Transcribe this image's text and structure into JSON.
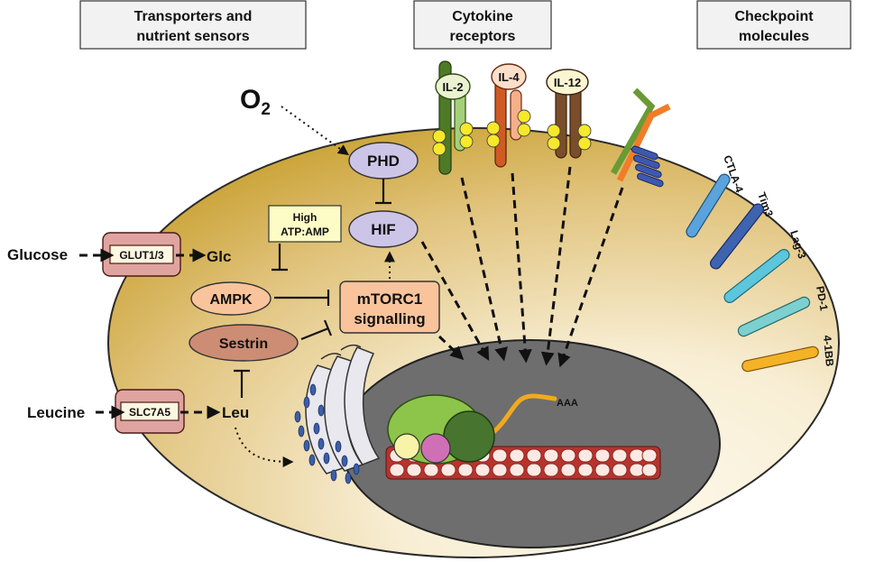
{
  "headers": {
    "transporters": [
      "Transporters and",
      "nutrient sensors"
    ],
    "cytokine": [
      "Cytokine",
      "receptors"
    ],
    "checkpoint": [
      "Checkpoint",
      "molecules"
    ]
  },
  "oxygen": {
    "base": "O",
    "sub": "2"
  },
  "nodes": {
    "phd": "PHD",
    "hif": "HIF",
    "atp_amp": [
      "High",
      "ATP:AMP"
    ],
    "ampk": "AMPK",
    "mtorc1": [
      "mTORC1",
      "signalling"
    ],
    "sestrin": "Sestrin",
    "glc": "Glc",
    "leu": "Leu"
  },
  "transporters": {
    "glut": "GLUT1/3",
    "slc": "SLC7A5"
  },
  "inputs": {
    "glucose": "Glucose",
    "leucine": "Leucine"
  },
  "receptors": [
    "IL-2",
    "IL-4",
    "IL-12"
  ],
  "checkpoints": [
    "CTLA-4",
    "Tim3",
    "Lag-3",
    "PD-1",
    "4-1BB"
  ],
  "mrna_tail": "AAA",
  "colors": {
    "cell_dark": "#c9a132",
    "cell_light": "#f8eed4",
    "nucleus": "#6e6e6e",
    "phd_hif": "#cdc5e8",
    "ampk_mtor": "#f9c49c",
    "sestrin": "#cd8c74",
    "atp_box": "#fdfbc6",
    "il2": "#4e7a26",
    "il4": "#cf5b24",
    "il12": "#7a4e2a",
    "ctla4": "#5aa3dc",
    "tim3": "#3e64b0",
    "lag3": "#5cc6dc",
    "pd1": "#7cd0d0",
    "bb41": "#f4b226"
  }
}
